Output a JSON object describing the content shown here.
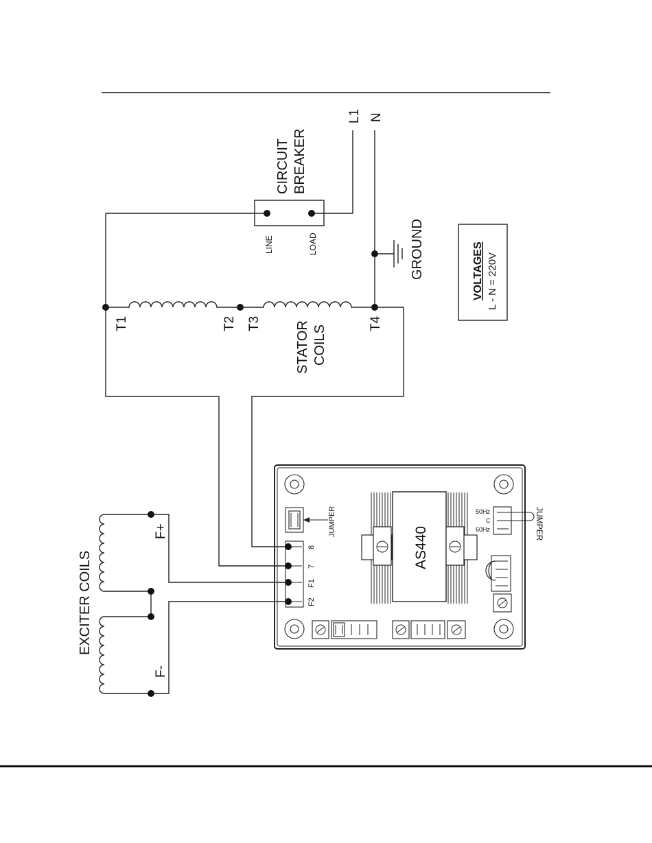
{
  "labels": {
    "l1": "L1",
    "n": "N",
    "circuit": "CIRCUIT",
    "breaker": "BREAKER",
    "line": "LINE",
    "load": "LOAD",
    "ground": "GROUND",
    "voltages_title": "VOLTAGES",
    "voltages_value": "L - N = 220V",
    "t1": "T1",
    "t2": "T2",
    "t3": "T3",
    "t4": "T4",
    "stator": "STATOR",
    "coils": "COILS",
    "exciter": "EXCITER COILS",
    "f_plus": "F+",
    "f_minus": "F-",
    "avr_model": "AS440",
    "jumper_left": "JUMPER",
    "jumper_right": "JUMPER",
    "hz50": "50Hz",
    "c": "C",
    "hz60": "60Hz",
    "term8": "8",
    "term7": "7",
    "termF1": "F1",
    "termF2": "F2"
  },
  "colors": {
    "line": "#222222",
    "board_border": "#222222",
    "background": "#ffffff"
  }
}
